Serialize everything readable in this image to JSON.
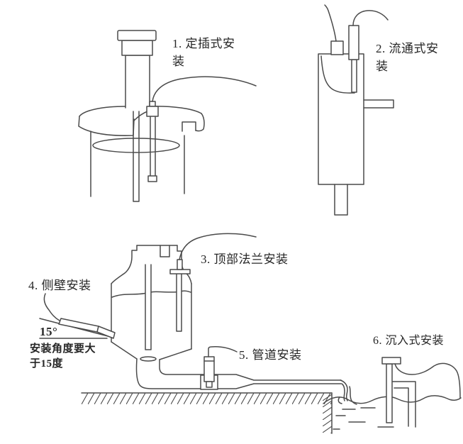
{
  "canvas": {
    "background_color": "#ffffff",
    "line_color": "#4a4a4a",
    "text_color": "#262626"
  },
  "methods": [
    {
      "id": 1,
      "label": "1. 定插式安装"
    },
    {
      "id": 2,
      "label": "2. 流通式安装"
    },
    {
      "id": 3,
      "label": "3. 顶部法兰安装"
    },
    {
      "id": 4,
      "label": "4. 侧壁安装"
    },
    {
      "id": 5,
      "label": "5. 管道安装"
    },
    {
      "id": 6,
      "label": "6. 沉入式安装"
    }
  ],
  "annotations": {
    "angle": "15°",
    "angle_note": "安装角度要大于15度"
  }
}
